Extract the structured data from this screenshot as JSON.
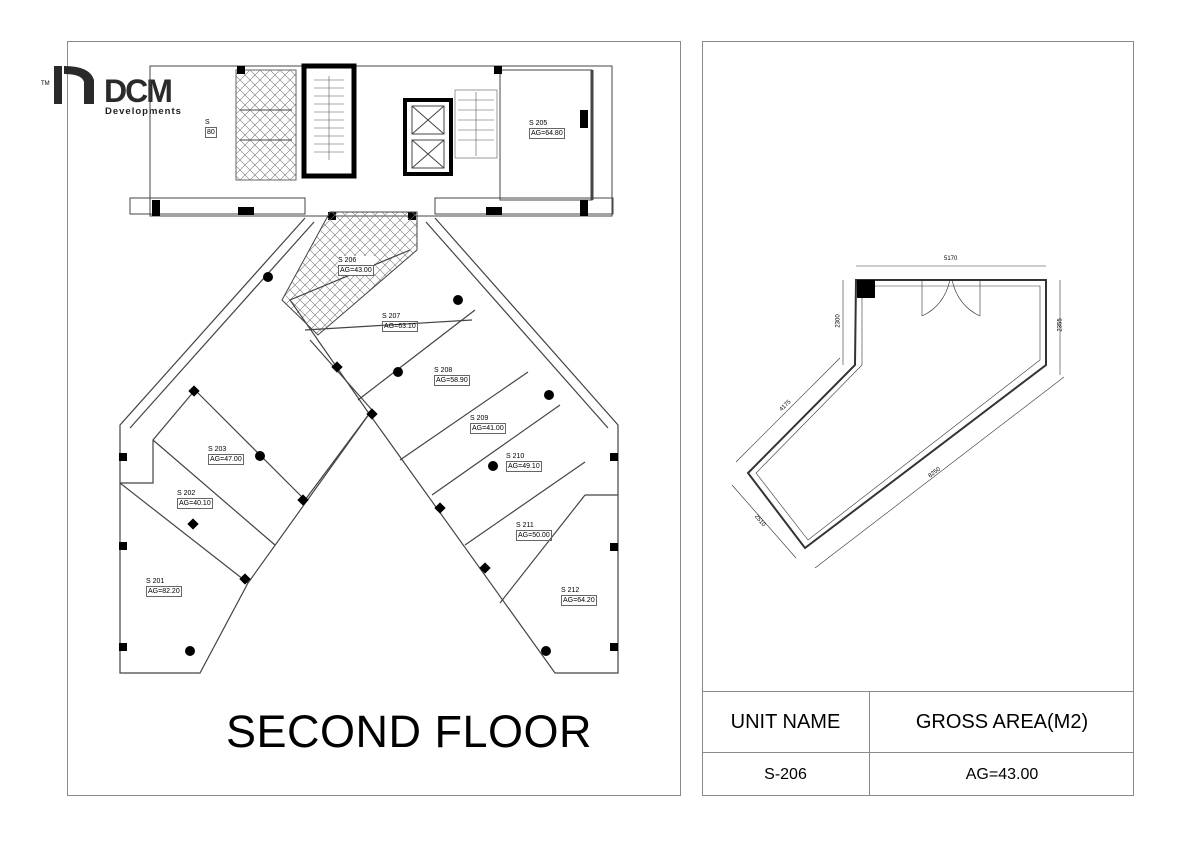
{
  "brand": {
    "logo_text": "Developments",
    "tm": "TM"
  },
  "floor_title": "SECOND FLOOR",
  "units": [
    {
      "name": "S   201",
      "area": "AG=82.20"
    },
    {
      "name": "S   202",
      "area": "AG=40.10"
    },
    {
      "name": "S   203",
      "area": "AG=47.00"
    },
    {
      "name": "S   205",
      "area": "AG=64.80"
    },
    {
      "name": "S   206",
      "area": "AG=43.00"
    },
    {
      "name": "S   207",
      "area": "AG=63.10"
    },
    {
      "name": "S   208",
      "area": "AG=58.90"
    },
    {
      "name": "S   209",
      "area": "AG=41.00"
    },
    {
      "name": "S   210",
      "area": "AG=49.10"
    },
    {
      "name": "S   211",
      "area": "AG=50.00"
    },
    {
      "name": "S   212",
      "area": "AG=64.20"
    }
  ],
  "partial_unit": {
    "name": "S",
    "area": "80"
  },
  "detail_dimensions": [
    "5170",
    "2300",
    "2355",
    "4175",
    "8250",
    "2510"
  ],
  "table": {
    "header_unit": "UNIT NAME",
    "header_area": "GROSS AREA(M2)",
    "unit_value": "S-206",
    "area_value": "AG=43.00"
  }
}
